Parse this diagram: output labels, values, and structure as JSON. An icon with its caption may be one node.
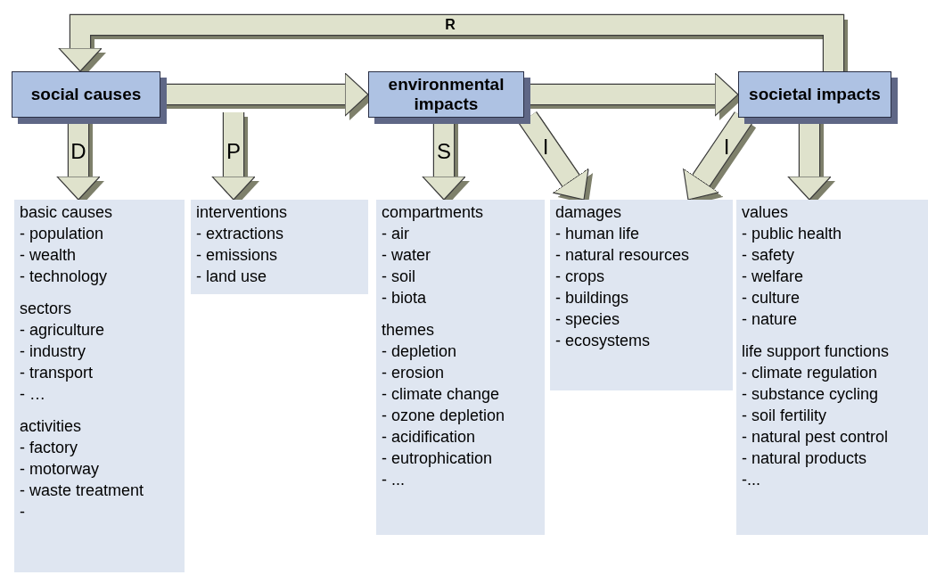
{
  "diagram": {
    "nodes": [
      {
        "text": [
          "social causes"
        ]
      },
      {
        "text": [
          "environmental impacts"
        ]
      },
      {
        "text": [
          "societal impacts"
        ]
      },
      {
        "text": [
          "basic causes",
          "- population",
          "- wealth",
          "- technology",
          "sectors",
          "- agriculture",
          "- industry",
          "- transport",
          "- …",
          "activities",
          "- factory",
          "- motorway",
          "- waste treatment",
          "-"
        ]
      },
      {
        "text": [
          "interventions",
          "- extractions",
          "- emissions",
          "- land use"
        ]
      },
      {
        "text": [
          "compartments",
          "- air",
          "- water",
          "- soil",
          "- biota",
          "themes",
          "- depletion",
          "- erosion",
          "- climate change",
          "- ozone depletion",
          "- acidification",
          "- eutrophication",
          "- ..."
        ]
      },
      {
        "text": [
          "damages",
          "- human life",
          "- natural resources",
          "- crops",
          "- buildings",
          "- species",
          "- ecosystems"
        ]
      },
      {
        "text": [
          "values",
          "- public health",
          "- safety",
          "- welfare",
          "- culture",
          "- nature",
          "life support functions",
          "- climate regulation",
          "- substance cycling",
          "- soil fertility",
          "- natural pest control",
          "- natural products",
          "-..."
        ]
      }
    ],
    "edges": [
      {
        "from": 2,
        "to": 0,
        "arrow": "to",
        "label": "R"
      },
      {
        "from": 0,
        "to": 1,
        "arrow": "to"
      },
      {
        "from": 1,
        "to": 2,
        "arrow": "to"
      },
      {
        "from": 0,
        "to": 3,
        "arrow": "to",
        "label": "D"
      },
      {
        "from": null,
        "to": 4,
        "arrow": "to",
        "label": "P"
      },
      {
        "from": 1,
        "to": 5,
        "arrow": "to",
        "label": "S"
      },
      {
        "from": 1,
        "to": 6,
        "arrow": "to",
        "label": "I"
      },
      {
        "from": 2,
        "to": 6,
        "arrow": "to",
        "label": "I"
      },
      {
        "from": 2,
        "to": 7,
        "arrow": "to"
      }
    ]
  }
}
